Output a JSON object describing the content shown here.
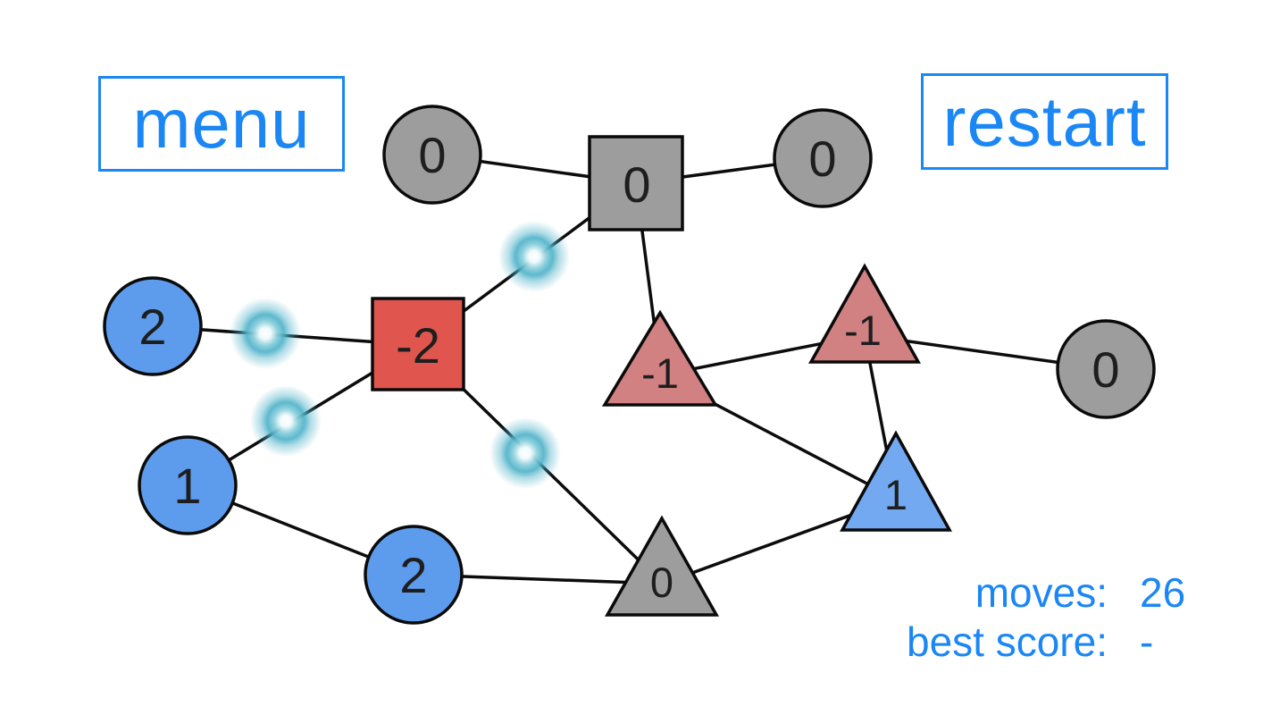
{
  "buttons": {
    "menu_label": "menu",
    "restart_label": "restart"
  },
  "hud": {
    "moves_label": "moves:",
    "moves_value": "26",
    "best_label": "best score:",
    "best_value": "-"
  },
  "colors": {
    "ui_blue": "#1b87f4",
    "node_gray": "#9d9d9d",
    "node_blue": "#5d9bec",
    "node_blue_triangle": "#73a9f0",
    "node_red_square": "#e0554e",
    "node_red_triangle": "#d18181",
    "edge_black": "#0c0c0c",
    "glow_teal": "#4fb2c9",
    "background": "#ffffff"
  },
  "graph": {
    "nodes": [
      {
        "id": "c0-top-left",
        "shape": "circle",
        "color": "gray",
        "value": "0"
      },
      {
        "id": "s0-top",
        "shape": "square",
        "color": "gray",
        "value": "0"
      },
      {
        "id": "c0-top-right",
        "shape": "circle",
        "color": "gray",
        "value": "0"
      },
      {
        "id": "c2-left",
        "shape": "circle",
        "color": "blue",
        "value": "2"
      },
      {
        "id": "s-2-mid",
        "shape": "square",
        "color": "red",
        "value": "-2"
      },
      {
        "id": "t-1-mid",
        "shape": "triangle",
        "color": "red",
        "value": "-1"
      },
      {
        "id": "t-1-right",
        "shape": "triangle",
        "color": "red",
        "value": "-1"
      },
      {
        "id": "c0-right",
        "shape": "circle",
        "color": "gray",
        "value": "0"
      },
      {
        "id": "c1-left",
        "shape": "circle",
        "color": "blue",
        "value": "1"
      },
      {
        "id": "t1-right",
        "shape": "triangle",
        "color": "blue",
        "value": "1"
      },
      {
        "id": "c2-bottom",
        "shape": "circle",
        "color": "blue",
        "value": "2"
      },
      {
        "id": "t0-bottom",
        "shape": "triangle",
        "color": "gray",
        "value": "0"
      }
    ],
    "edges": [
      [
        "c0-top-left",
        "s0-top"
      ],
      [
        "s0-top",
        "c0-top-right"
      ],
      [
        "s0-top",
        "t-1-mid"
      ],
      [
        "s0-top",
        "s-2-mid"
      ],
      [
        "c2-left",
        "s-2-mid"
      ],
      [
        "s-2-mid",
        "c1-left"
      ],
      [
        "s-2-mid",
        "t0-bottom"
      ],
      [
        "t-1-mid",
        "t-1-right"
      ],
      [
        "t-1-right",
        "c0-right"
      ],
      [
        "t-1-mid",
        "t1-right"
      ],
      [
        "t-1-right",
        "t1-right"
      ],
      [
        "c1-left",
        "c2-bottom"
      ],
      [
        "c2-bottom",
        "t0-bottom"
      ],
      [
        "t0-bottom",
        "t1-right"
      ]
    ],
    "highlighted_edges": [
      [
        "s0-top",
        "s-2-mid"
      ],
      [
        "c2-left",
        "s-2-mid"
      ],
      [
        "s-2-mid",
        "c1-left"
      ],
      [
        "s-2-mid",
        "t0-bottom"
      ]
    ]
  }
}
